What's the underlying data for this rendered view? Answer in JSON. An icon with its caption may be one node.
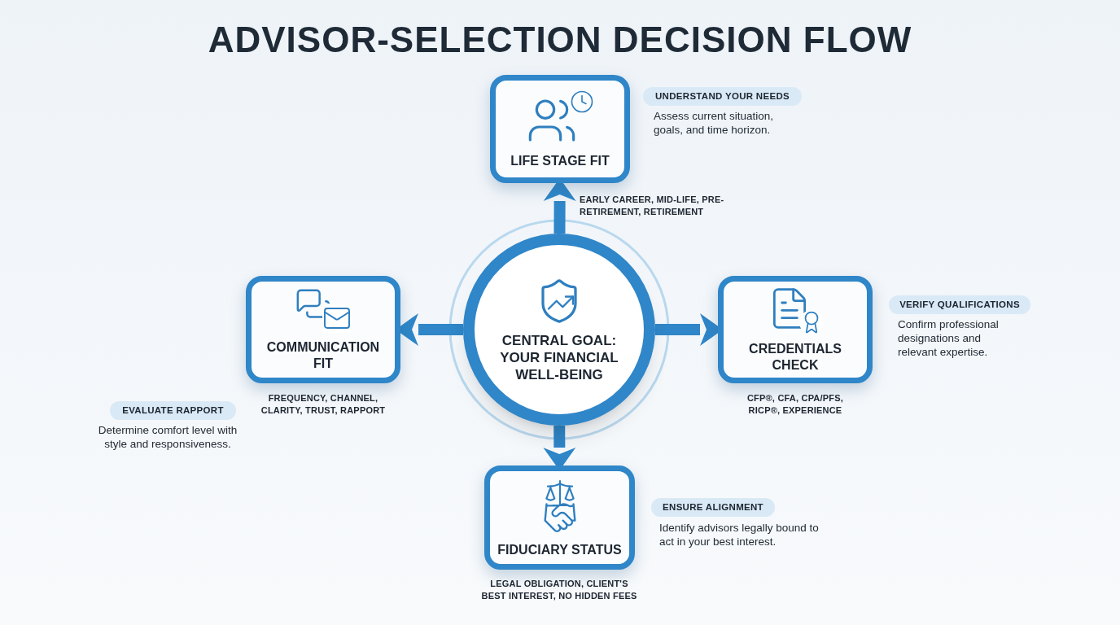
{
  "diagram": {
    "title": "ADVISOR-SELECTION DECISION FLOW",
    "nodes": [
      {
        "text": [
          "CENTRAL GOAL: YOUR FINANCIAL WELL-BEING"
        ]
      },
      {
        "text": [
          "LIFE STAGE FIT"
        ],
        "beside": [
          "EARLY CAREER, MID-LIFE, PRE-RETIREMENT, RETIREMENT"
        ]
      },
      {
        "text": [
          "COMMUNICATION FIT"
        ],
        "beside": [
          "FREQUENCY, CHANNEL, CLARITY, TRUST, RAPPORT"
        ]
      },
      {
        "text": [
          "CREDENTIALS CHECK"
        ],
        "beside": [
          "CFP®, CFA, CPA/PFS, RICP®, EXPERIENCE"
        ]
      },
      {
        "text": [
          "FIDUCIARY STATUS"
        ],
        "beside": [
          "LEGAL OBLIGATION, CLIENT'S BEST INTEREST, NO HIDDEN FEES"
        ]
      },
      {
        "text": [
          "UNDERSTAND YOUR NEEDS"
        ],
        "beside": [
          "Assess current situation, goals, and time horizon."
        ]
      },
      {
        "text": [
          "VERIFY QUALIFICATIONS"
        ],
        "beside": [
          "Confirm professional designations and relevant expertise."
        ]
      },
      {
        "text": [
          "EVALUATE RAPPORT"
        ],
        "beside": [
          "Determine comfort level with style and responsiveness."
        ]
      },
      {
        "text": [
          "ENSURE ALIGNMENT"
        ],
        "beside": [
          "Identify advisors legally bound to act in your best interest."
        ]
      }
    ],
    "edges": [
      {
        "from": 0,
        "to": 1,
        "arrow": "to"
      },
      {
        "from": 0,
        "to": 2,
        "arrow": "to"
      },
      {
        "from": 0,
        "to": 3,
        "arrow": "to"
      },
      {
        "from": 0,
        "to": 4,
        "arrow": "to"
      }
    ]
  }
}
